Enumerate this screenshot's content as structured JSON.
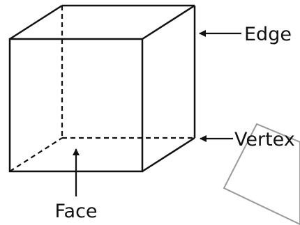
{
  "labels": {
    "edge": "Edge",
    "vertex": "Vertex",
    "face": "Face"
  },
  "colors": {
    "stroke": "#111111",
    "overlay_square": "#9a9a9a",
    "background": "#ffffff"
  }
}
